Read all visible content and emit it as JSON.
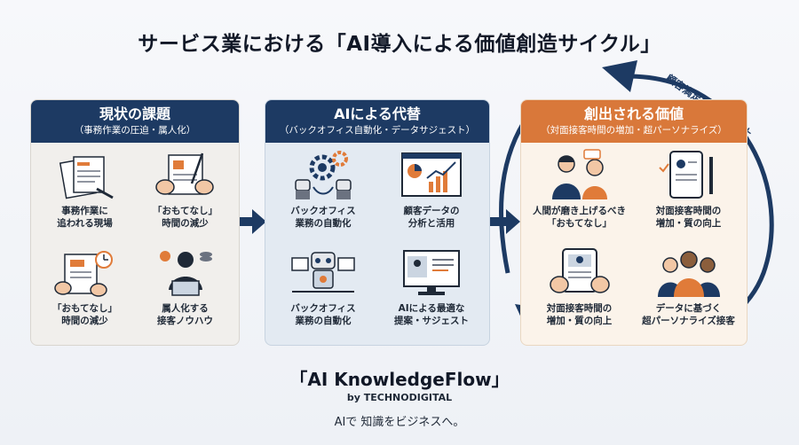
{
  "title": "サービス業における「AI導入による価値創造サイクル」",
  "cycle_label": "顧客満足度・売上向上",
  "panels": [
    {
      "title": "現状の課題",
      "subtitle": "（事務作業の圧迫・属人化）",
      "items": [
        {
          "caption": "事務作業に\n追われる現場",
          "icon": "paper-stack-icon"
        },
        {
          "caption": "「おもてなし」\n時間の減少",
          "icon": "writing-hand-icon"
        },
        {
          "caption": "「おもてなし」\n時間の減少",
          "icon": "clipboard-clock-icon"
        },
        {
          "caption": "属人化する\n接客ノウハウ",
          "icon": "person-laptop-icon"
        }
      ]
    },
    {
      "title": "AIによる代替",
      "subtitle": "（バックオフィス自動化・データサジェスト）",
      "items": [
        {
          "caption": "バックオフィス\n業務の自動化",
          "icon": "gears-robot-icon"
        },
        {
          "caption": "顧客データの\n分析と活用",
          "icon": "analytics-screen-icon"
        },
        {
          "caption": "バックオフィス\n業務の自動化",
          "icon": "robot-desk-icon"
        },
        {
          "caption": "AIによる最適な\n提案・サジェスト",
          "icon": "monitor-suggest-icon"
        }
      ]
    },
    {
      "title": "創出される価値",
      "subtitle": "（対面接客時間の増加・超パーソナライズ）",
      "items": [
        {
          "caption": "人間が磨き上げるべき\n「おもてなし」",
          "icon": "staff-customer-icon"
        },
        {
          "caption": "対面接客時間の\n増加・質の向上",
          "icon": "tablet-pen-icon"
        },
        {
          "caption": "対面接客時間の\n増加・質の向上",
          "icon": "hands-tablet-icon"
        },
        {
          "caption": "データに基づく\n超パーソナライズ接客",
          "icon": "group-people-icon"
        }
      ]
    }
  ],
  "brand": "「AI KnowledgeFlow」",
  "by_line": "by TECHNODIGITAL",
  "tagline": "AIで 知識をビジネスへ。",
  "colors": {
    "navy": "#1d3a63",
    "orange": "#d9783a"
  }
}
